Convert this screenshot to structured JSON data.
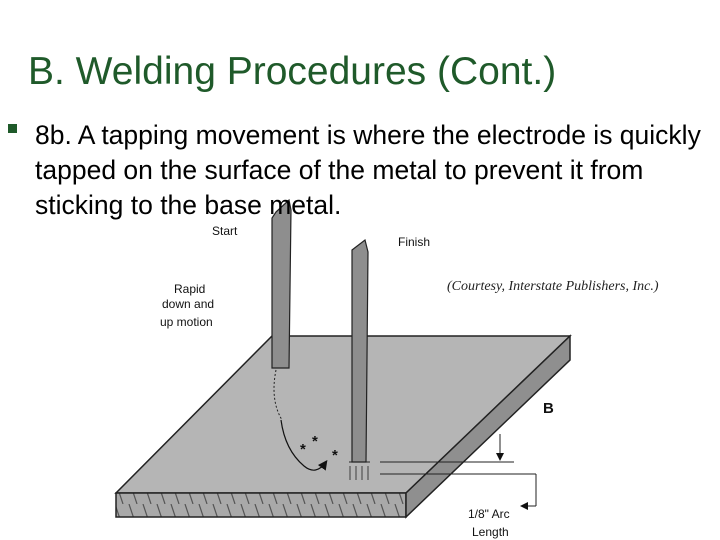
{
  "slide": {
    "title": "B. Welding Procedures (Cont.)",
    "bullet": "8b. A tapping movement is where the electrode is quickly tapped on the surface of the metal to prevent it from sticking to the base metal."
  },
  "figure": {
    "label_start": "Start",
    "label_finish": "Finish",
    "label_motion_1": "Rapid",
    "label_motion_2": "down and",
    "label_motion_3": "up motion",
    "credit": "(Courtesy, Interstate Publishers, Inc.)",
    "label_b": "B",
    "label_arc_1": "1/8\" Arc",
    "label_arc_2": "Length",
    "spark_1": "*",
    "spark_2": "*",
    "spark_3": "*"
  },
  "colors": {
    "title": "#1f5a2a",
    "bullet_marker": "#1f5a2a",
    "plate_top": "#b5b5b5",
    "plate_front": "#a8a8a8",
    "electrode": "#909090"
  }
}
